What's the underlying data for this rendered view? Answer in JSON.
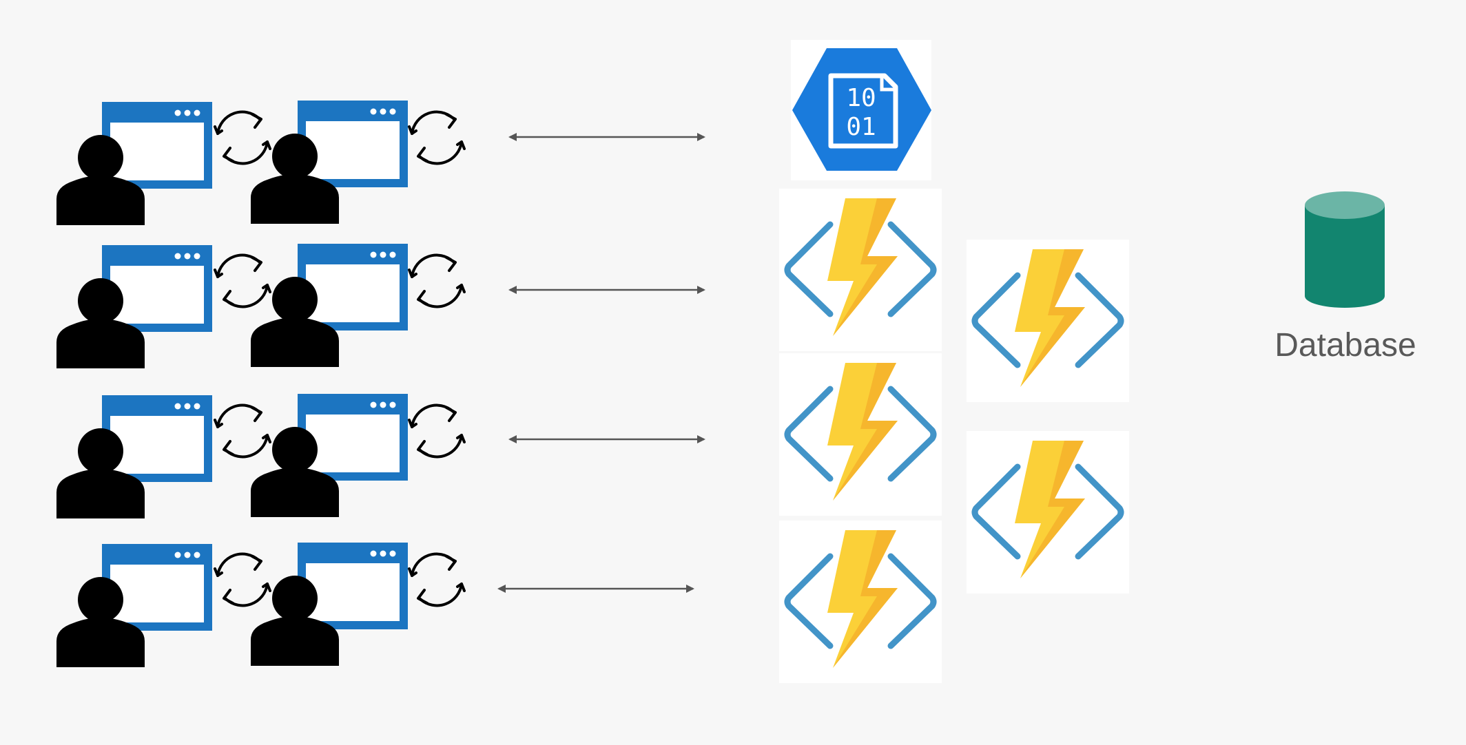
{
  "diagram": {
    "database": {
      "label": "Database",
      "icon": "database-cylinder-icon",
      "color": "#12856f",
      "top_color": "#6bb5a6"
    },
    "storage": {
      "icon": "blob-storage-hexagon-icon",
      "bits_row1": "10",
      "bits_row2": "01",
      "color": "#1a7bdc"
    },
    "function_icon": "azure-function-lightning-icon",
    "client_icon": "user-with-browser-window-icon",
    "refresh_icon": "sync-refresh-icon",
    "connector_icon": "bidirectional-arrow-icon",
    "colors": {
      "browser_blue": "#1c75c1",
      "bracket_blue": "#4294c8",
      "bolt_yellow": "#fbd038",
      "bolt_orange": "#f5b22c",
      "person": "#000000",
      "arrow": "#555555"
    },
    "rows": 4,
    "users_per_row": 2,
    "function_columns": [
      3,
      2
    ]
  }
}
